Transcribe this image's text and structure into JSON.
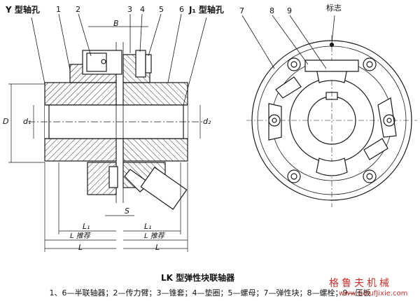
{
  "section_view": {
    "y_hole": "Y 型轴孔",
    "j1_hole": "J₁ 型轴孔",
    "part_numbers": [
      "1",
      "2",
      "3",
      "4",
      "5",
      "6"
    ],
    "dim_B": "B",
    "dim_D": "D",
    "dim_d1": "d₁",
    "dim_d2": "d₂",
    "dim_S": "S",
    "dim_L1_left": "L₁",
    "dim_L1_right": "L₁",
    "dim_Lrec_left": "L 推荐",
    "dim_Lrec_right": "L 推荐",
    "dim_L_left": "L",
    "dim_L_right": "L"
  },
  "end_view": {
    "part_numbers": [
      "7",
      "8",
      "9"
    ],
    "mark_label": "标志"
  },
  "caption": "LK 型弹性块联轴器",
  "legend": "1、6—半联轴器；2—传力臂；3—锥套；4—垫圈；5—螺母；7—弹性块；8—螺栓；9—压板",
  "watermark": {
    "text": "格鲁夫机械",
    "url": "www.GolufJixie.com"
  },
  "colors": {
    "ink": "#1a1a1a",
    "hatch": "#2a2a2a",
    "watermark": "#c9302c"
  }
}
